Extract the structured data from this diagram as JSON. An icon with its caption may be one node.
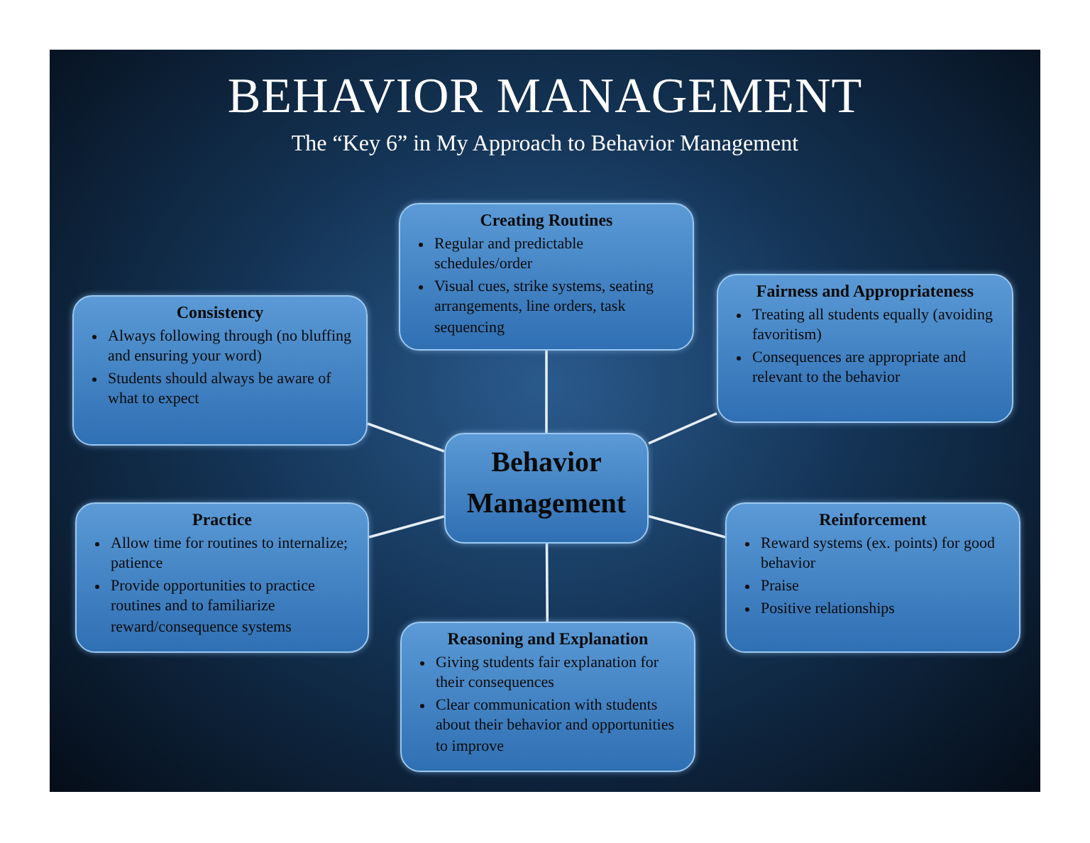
{
  "diagram": {
    "title": "BEHAVIOR MANAGEMENT",
    "caption": "The “Key 6” in My Approach to Behavior Management",
    "nodes": [
      {
        "text": [
          "Creating Routines",
          "Regular and predictable schedules/order",
          "Visual cues, strike systems, seating arrangements, line orders, task sequencing"
        ]
      },
      {
        "text": [
          "Consistency",
          "Always following through (no bluffing and ensuring your word)",
          "Students should always be aware of what to expect"
        ]
      },
      {
        "text": [
          "Fairness and Appropriateness",
          "Treating all students equally (avoiding favoritism)",
          "Consequences are appropriate and relevant to the behavior"
        ]
      },
      {
        "text": [
          "Behavior Management"
        ]
      },
      {
        "text": [
          "Practice",
          "Allow time for routines to internalize; patience",
          "Provide opportunities to practice routines and to familiarize reward/consequence systems"
        ]
      },
      {
        "text": [
          "Reinforcement",
          "Reward systems (ex. points) for good behavior",
          "Praise",
          "Positive relationships"
        ]
      },
      {
        "text": [
          "Reasoning and Explanation",
          "Giving students fair explanation for their consequences",
          "Clear communication with students about their behavior and opportunities to improve"
        ]
      }
    ],
    "edges": [
      {
        "from": 3,
        "to": 0,
        "arrow": "none"
      },
      {
        "from": 3,
        "to": 1,
        "arrow": "none"
      },
      {
        "from": 3,
        "to": 2,
        "arrow": "none"
      },
      {
        "from": 3,
        "to": 4,
        "arrow": "none"
      },
      {
        "from": 3,
        "to": 5,
        "arrow": "none"
      },
      {
        "from": 3,
        "to": 6,
        "arrow": "none"
      }
    ]
  }
}
